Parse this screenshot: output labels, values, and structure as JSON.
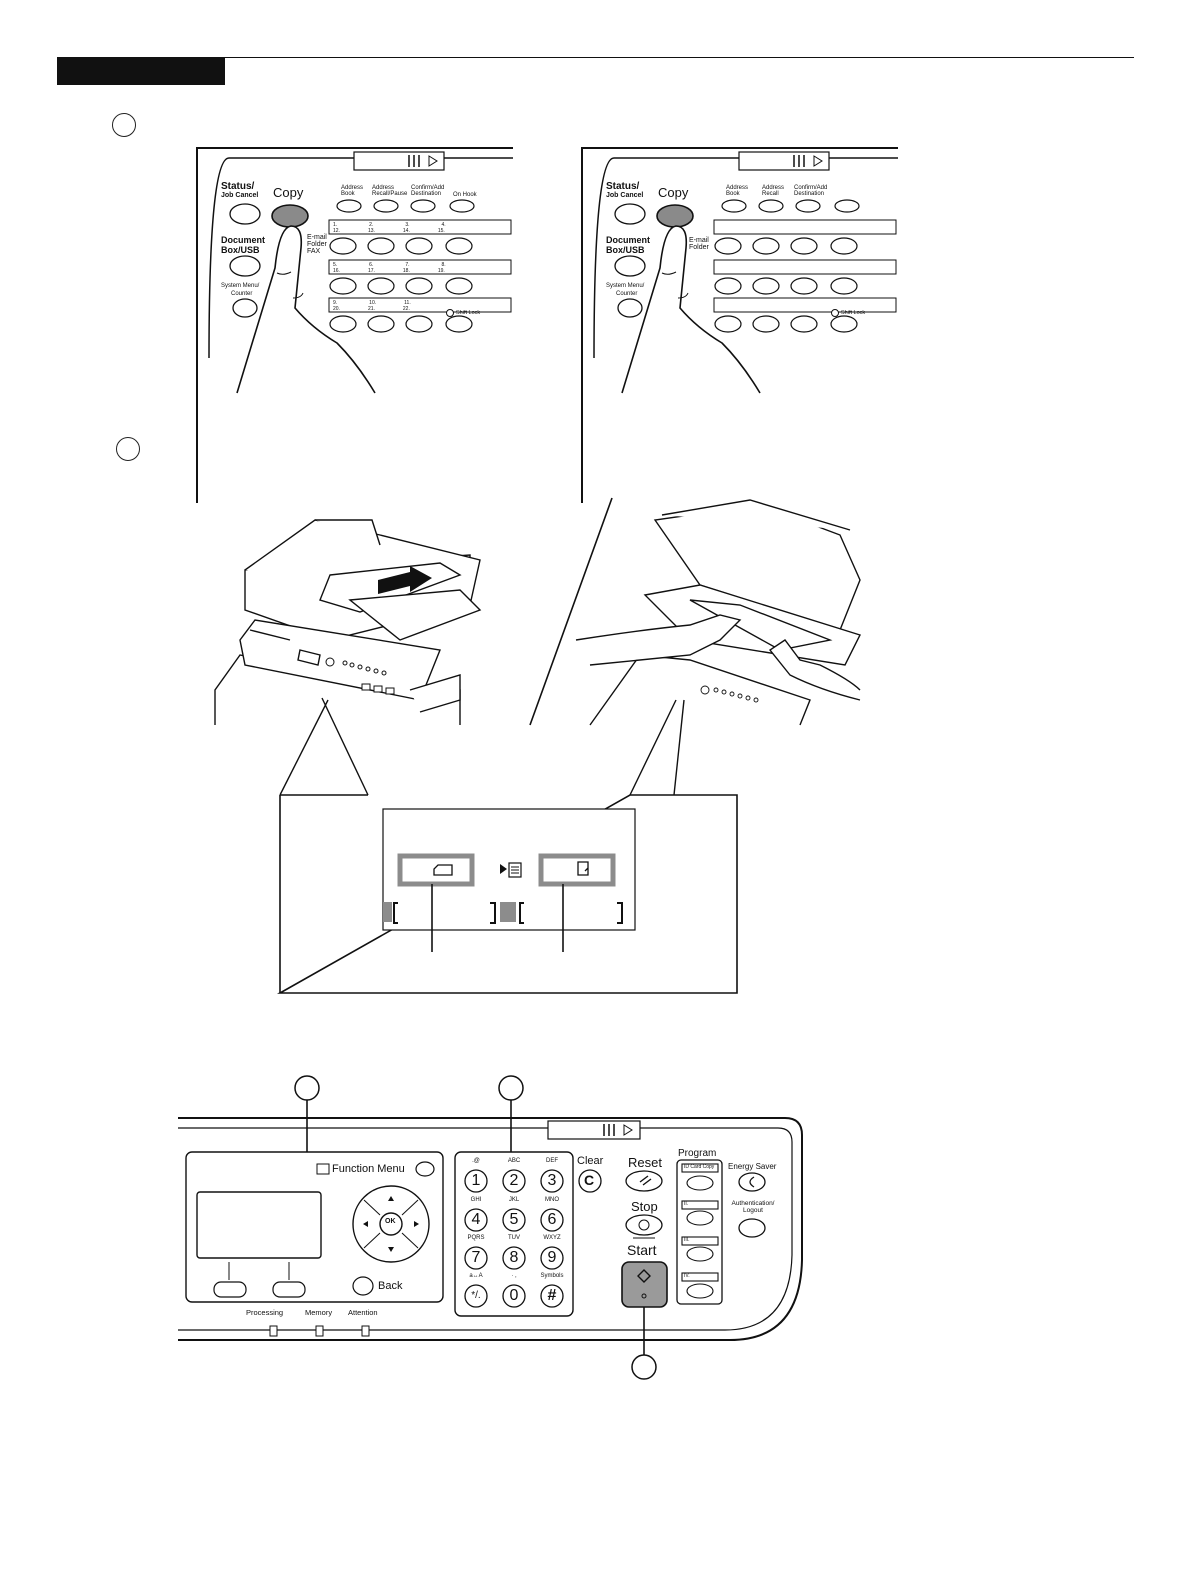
{
  "panel_small": {
    "status_label": "Status/",
    "job_cancel_label": "Job Cancel",
    "copy_label": "Copy",
    "document_label": "Document",
    "box_usb_label": "Box/USB",
    "system_menu_label": "System Menu/",
    "counter_label": "Counter",
    "email_label": "E-mail",
    "folder_label": "Folder",
    "fax_label": "FAX",
    "address_book_label_1": "Address",
    "address_book_label_2": "Book",
    "address_recall_label_1": "Address",
    "address_recall_label_2": "Recall/Pause",
    "address_recall_label_2b": "Recall",
    "confirm_label_1": "Confirm/Add",
    "confirm_label_2": "Destination",
    "on_hook_label": "On Hook",
    "shift_lock_label": "Shift Lock",
    "one_touch_rows": [
      [
        "1.",
        "2.",
        "3.",
        "4."
      ],
      [
        "12.",
        "13.",
        "14.",
        "15."
      ],
      [
        "5.",
        "6.",
        "7.",
        "8."
      ],
      [
        "16.",
        "17.",
        "18.",
        "19."
      ],
      [
        "9.",
        "10.",
        "11.",
        ""
      ],
      [
        "20.",
        "21.",
        "22.",
        ""
      ]
    ]
  },
  "panel_large": {
    "function_menu_label": "Function Menu",
    "back_label": "Back",
    "ok_label": "OK",
    "processing_label": "Processing",
    "memory_label": "Memory",
    "attention_label": "Attention",
    "clear_label": "Clear",
    "reset_label": "Reset",
    "stop_label": "Stop",
    "start_label": "Start",
    "program_label": "Program",
    "id_card_copy_label": "ID Card Copy",
    "program_keys": [
      "II.",
      "III.",
      "IV."
    ],
    "energy_saver_label": "Energy Saver",
    "auth_label_1": "Authentication/",
    "auth_label_2": "Logout",
    "keypad": [
      {
        "sub": ".@",
        "num": "1"
      },
      {
        "sub": "ABC",
        "num": "2"
      },
      {
        "sub": "DEF",
        "num": "3"
      },
      {
        "sub": "GHI",
        "num": "4"
      },
      {
        "sub": "JKL",
        "num": "5"
      },
      {
        "sub": "MNO",
        "num": "6"
      },
      {
        "sub": "PQRS",
        "num": "7"
      },
      {
        "sub": "TUV",
        "num": "8"
      },
      {
        "sub": "WXYZ",
        "num": "9"
      },
      {
        "sub": "a↔A",
        "num": "*/."
      },
      {
        "sub": "· ,",
        "num": "0"
      },
      {
        "sub": "Symbols",
        "num": "#"
      }
    ]
  },
  "colors": {
    "ink": "#111111",
    "pressed_button": "#8a8a8a",
    "start_button": "#9a9a9a",
    "screen_gray": "#8c8c8c"
  }
}
